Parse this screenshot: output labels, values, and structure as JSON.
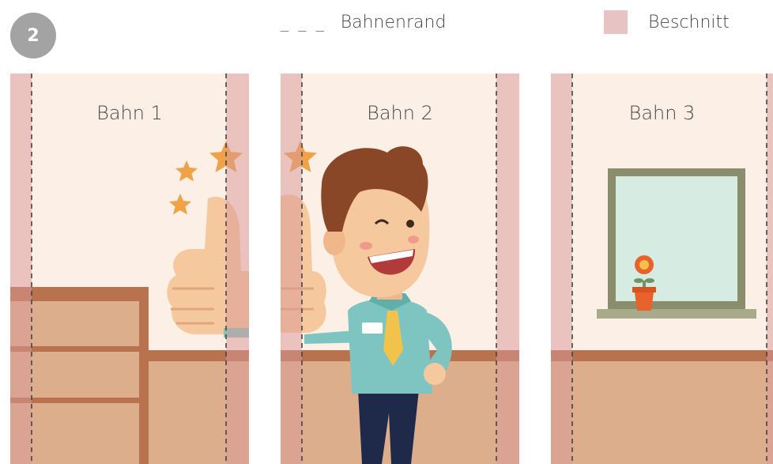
{
  "step_badge": "2",
  "legend": {
    "edge_symbol": "_ _ _",
    "edge_label": "Bahnenrand",
    "bleed_label": "Beschnitt"
  },
  "panels": [
    {
      "title": "Bahn 1"
    },
    {
      "title": "Bahn 2"
    },
    {
      "title": "Bahn 3"
    }
  ],
  "colors": {
    "bleed": "#e8c3c3",
    "wall": "#fcefe5",
    "floor": "#dcae8c",
    "trim": "#b9724e",
    "star": "#f0a248"
  }
}
